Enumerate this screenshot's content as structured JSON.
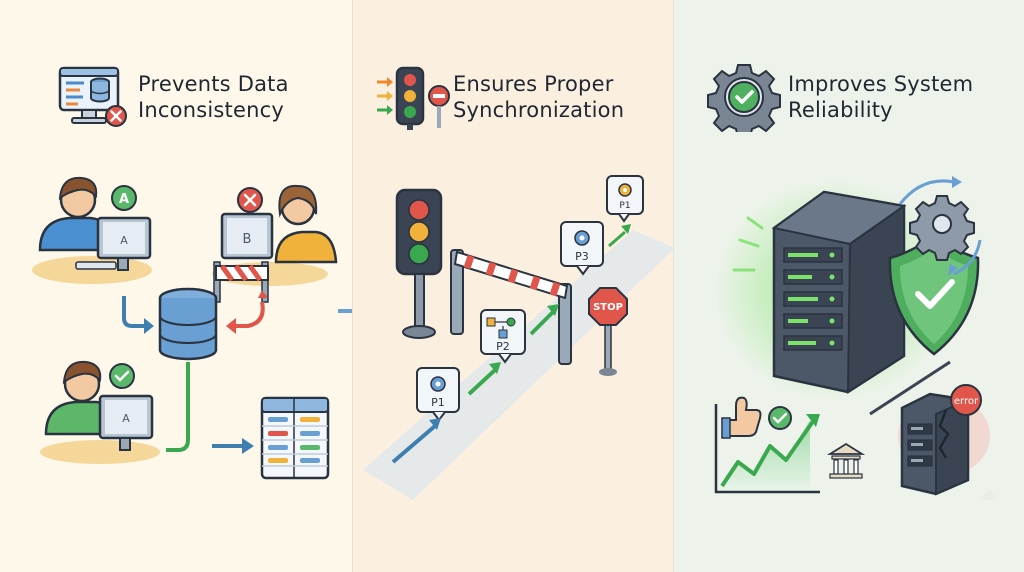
{
  "panels": [
    {
      "title_line1": "Prevents Data",
      "title_line2": "Inconsistency",
      "user_top_badge": "A",
      "user_top_screen": "A",
      "user_right_screen": "B",
      "user_bottom_screen": "A"
    },
    {
      "title_line1": "Ensures Proper",
      "title_line2": "Synchronization",
      "process_labels": [
        "P1",
        "P2",
        "P3",
        "P1"
      ],
      "stop_sign": "STOP"
    },
    {
      "title_line1": "Improves System",
      "title_line2": "Reliability",
      "error_label": "error"
    }
  ],
  "colors": {
    "accent_blue": "#3f7fb0",
    "accent_green": "#3aa84e",
    "accent_red": "#e0564b",
    "accent_orange": "#ef8a2c",
    "outline": "#2a3340"
  }
}
